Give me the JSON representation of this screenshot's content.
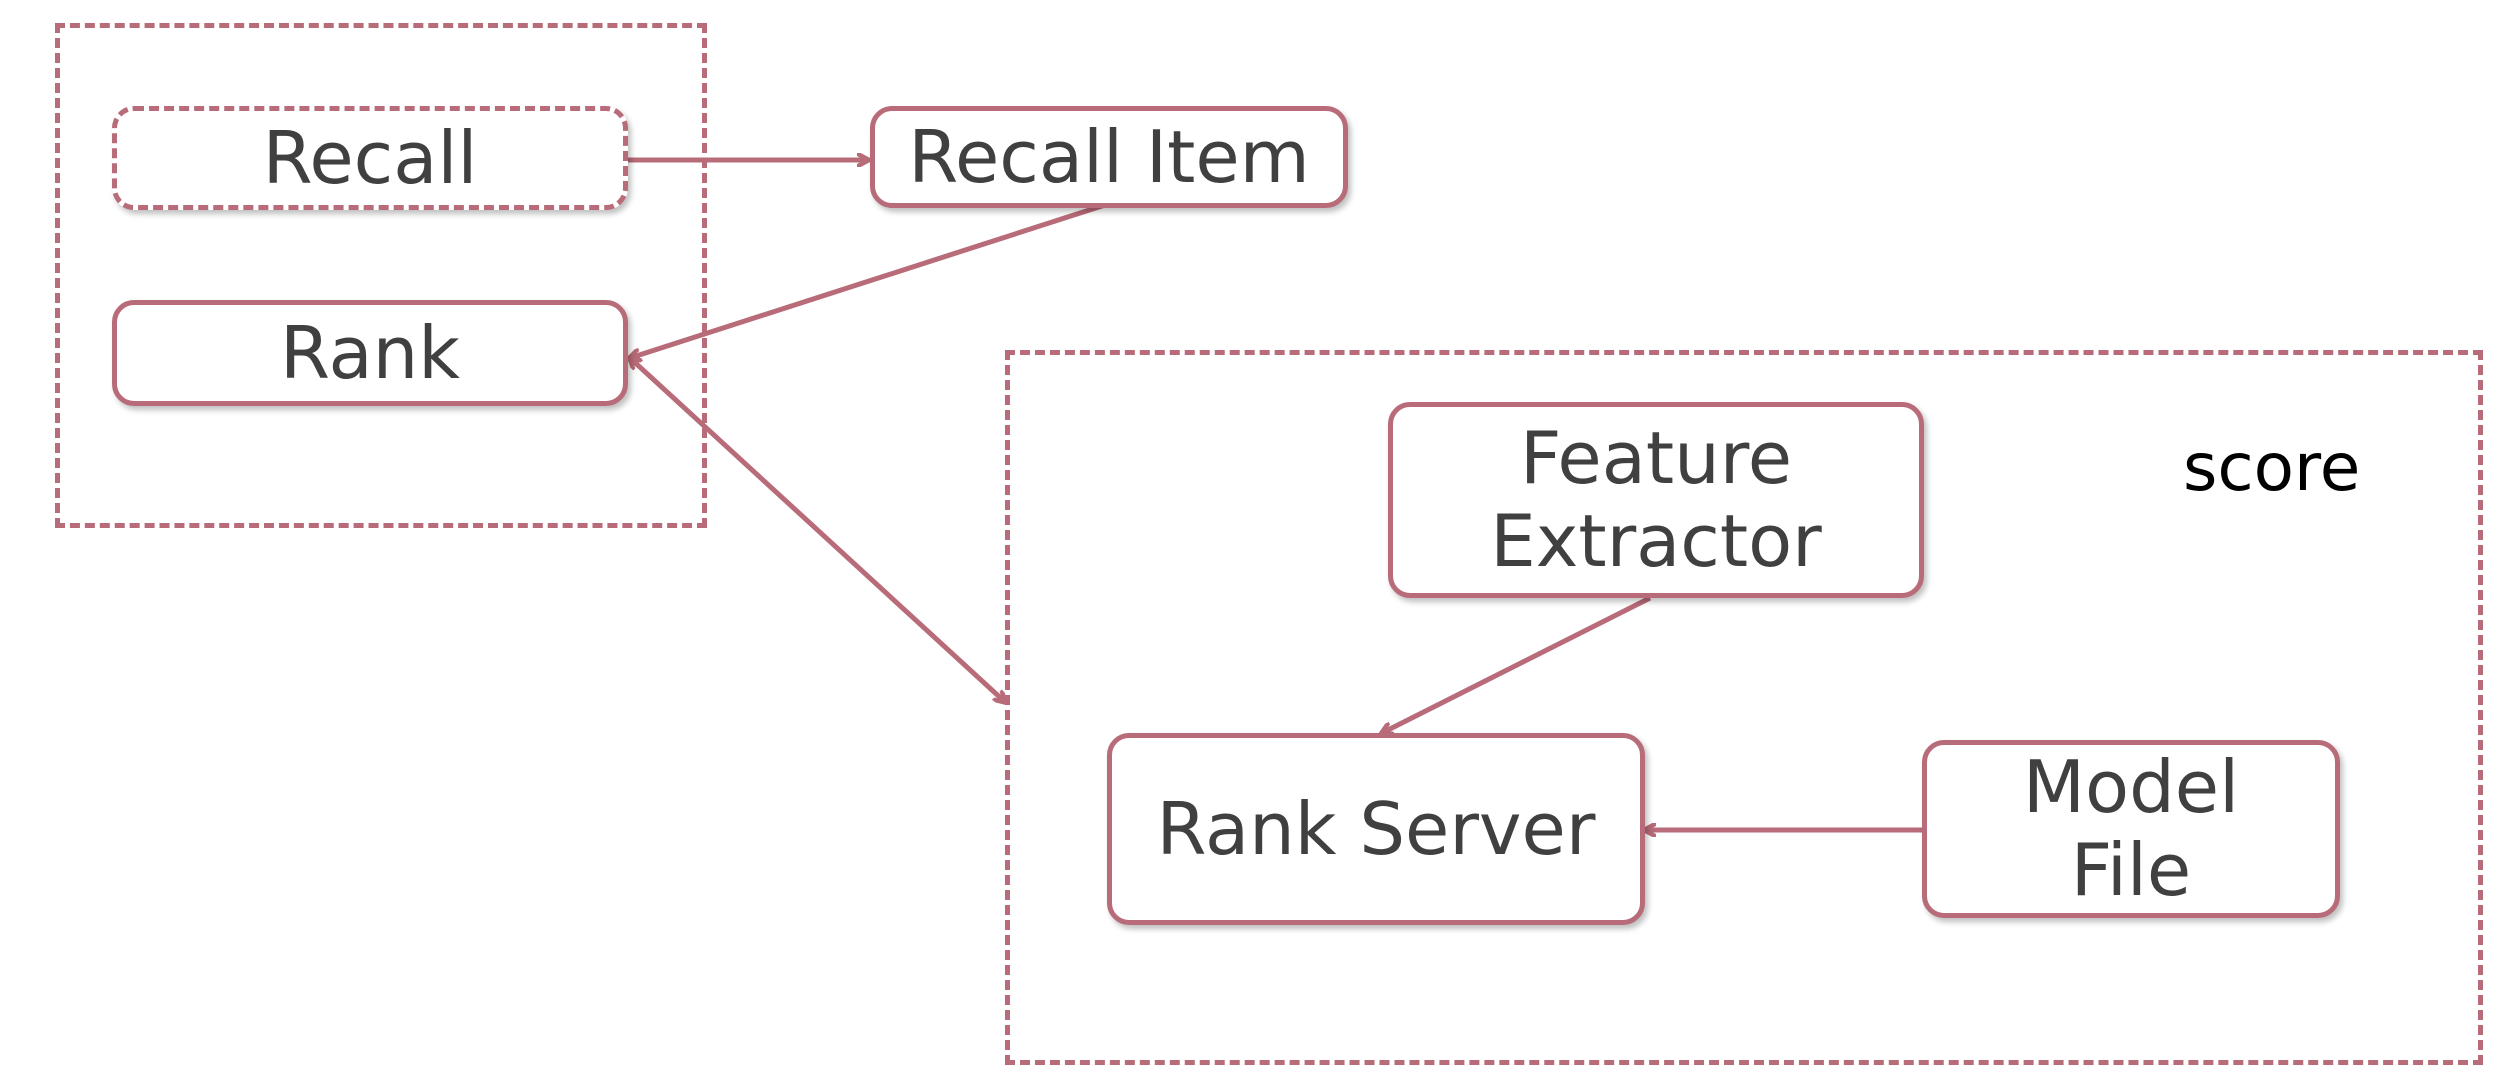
{
  "diagram": {
    "colors": {
      "stroke": "#b86b78",
      "text": "#404040",
      "background": "#ffffff"
    },
    "nodes": {
      "recall": "Recall",
      "recall_item": "Recall Item",
      "rank": "Rank",
      "feature_extractor": "Feature\nExtractor",
      "rank_server": "Rank Server",
      "model_file": "Model\nFile"
    },
    "score_label": "score"
  }
}
